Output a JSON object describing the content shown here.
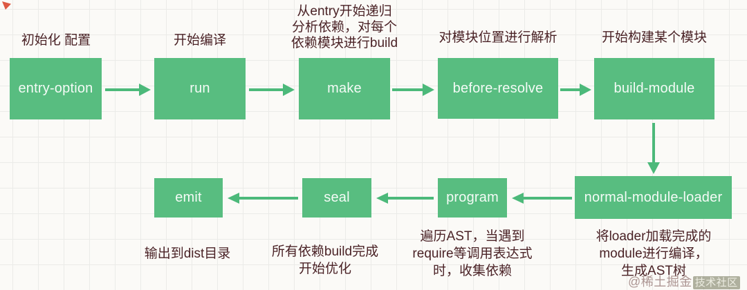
{
  "colors": {
    "box_green": "#58bd80",
    "arrow_green": "#4cb97a",
    "caption_color": "#4a2226",
    "box_text": "#f4fbf6",
    "grid_line": "#ebebe8",
    "bg": "#fbfaf7"
  },
  "nodes": [
    {
      "id": "entry-option",
      "label": "entry-option",
      "caption": "初始化 配置"
    },
    {
      "id": "run",
      "label": "run",
      "caption": "开始编译"
    },
    {
      "id": "make",
      "label": "make",
      "caption": "从entry开始递归\n分析依赖，对每个\n依赖模块进行build"
    },
    {
      "id": "before-resolve",
      "label": "before-resolve",
      "caption": "对模块位置进行解析"
    },
    {
      "id": "build-module",
      "label": "build-module",
      "caption": "开始构建某个模块"
    },
    {
      "id": "normal-module-loader",
      "label": "normal-module-loader",
      "caption": "将loader加载完成的\nmodule进行编译，\n生成AST树"
    },
    {
      "id": "program",
      "label": "program",
      "caption": "遍历AST，当遇到\nrequire等调用表达式\n时，收集依赖"
    },
    {
      "id": "seal",
      "label": "seal",
      "caption": "所有依赖build完成\n开始优化"
    },
    {
      "id": "emit",
      "label": "emit",
      "caption": "输出到dist目录"
    }
  ],
  "edges": [
    {
      "from": "entry-option",
      "to": "run"
    },
    {
      "from": "run",
      "to": "make"
    },
    {
      "from": "make",
      "to": "before-resolve"
    },
    {
      "from": "before-resolve",
      "to": "build-module"
    },
    {
      "from": "build-module",
      "to": "normal-module-loader"
    },
    {
      "from": "normal-module-loader",
      "to": "program"
    },
    {
      "from": "program",
      "to": "seal"
    },
    {
      "from": "seal",
      "to": "emit"
    }
  ],
  "watermark": {
    "prefix": "@稀土掘金",
    "badge": "技术社区"
  }
}
